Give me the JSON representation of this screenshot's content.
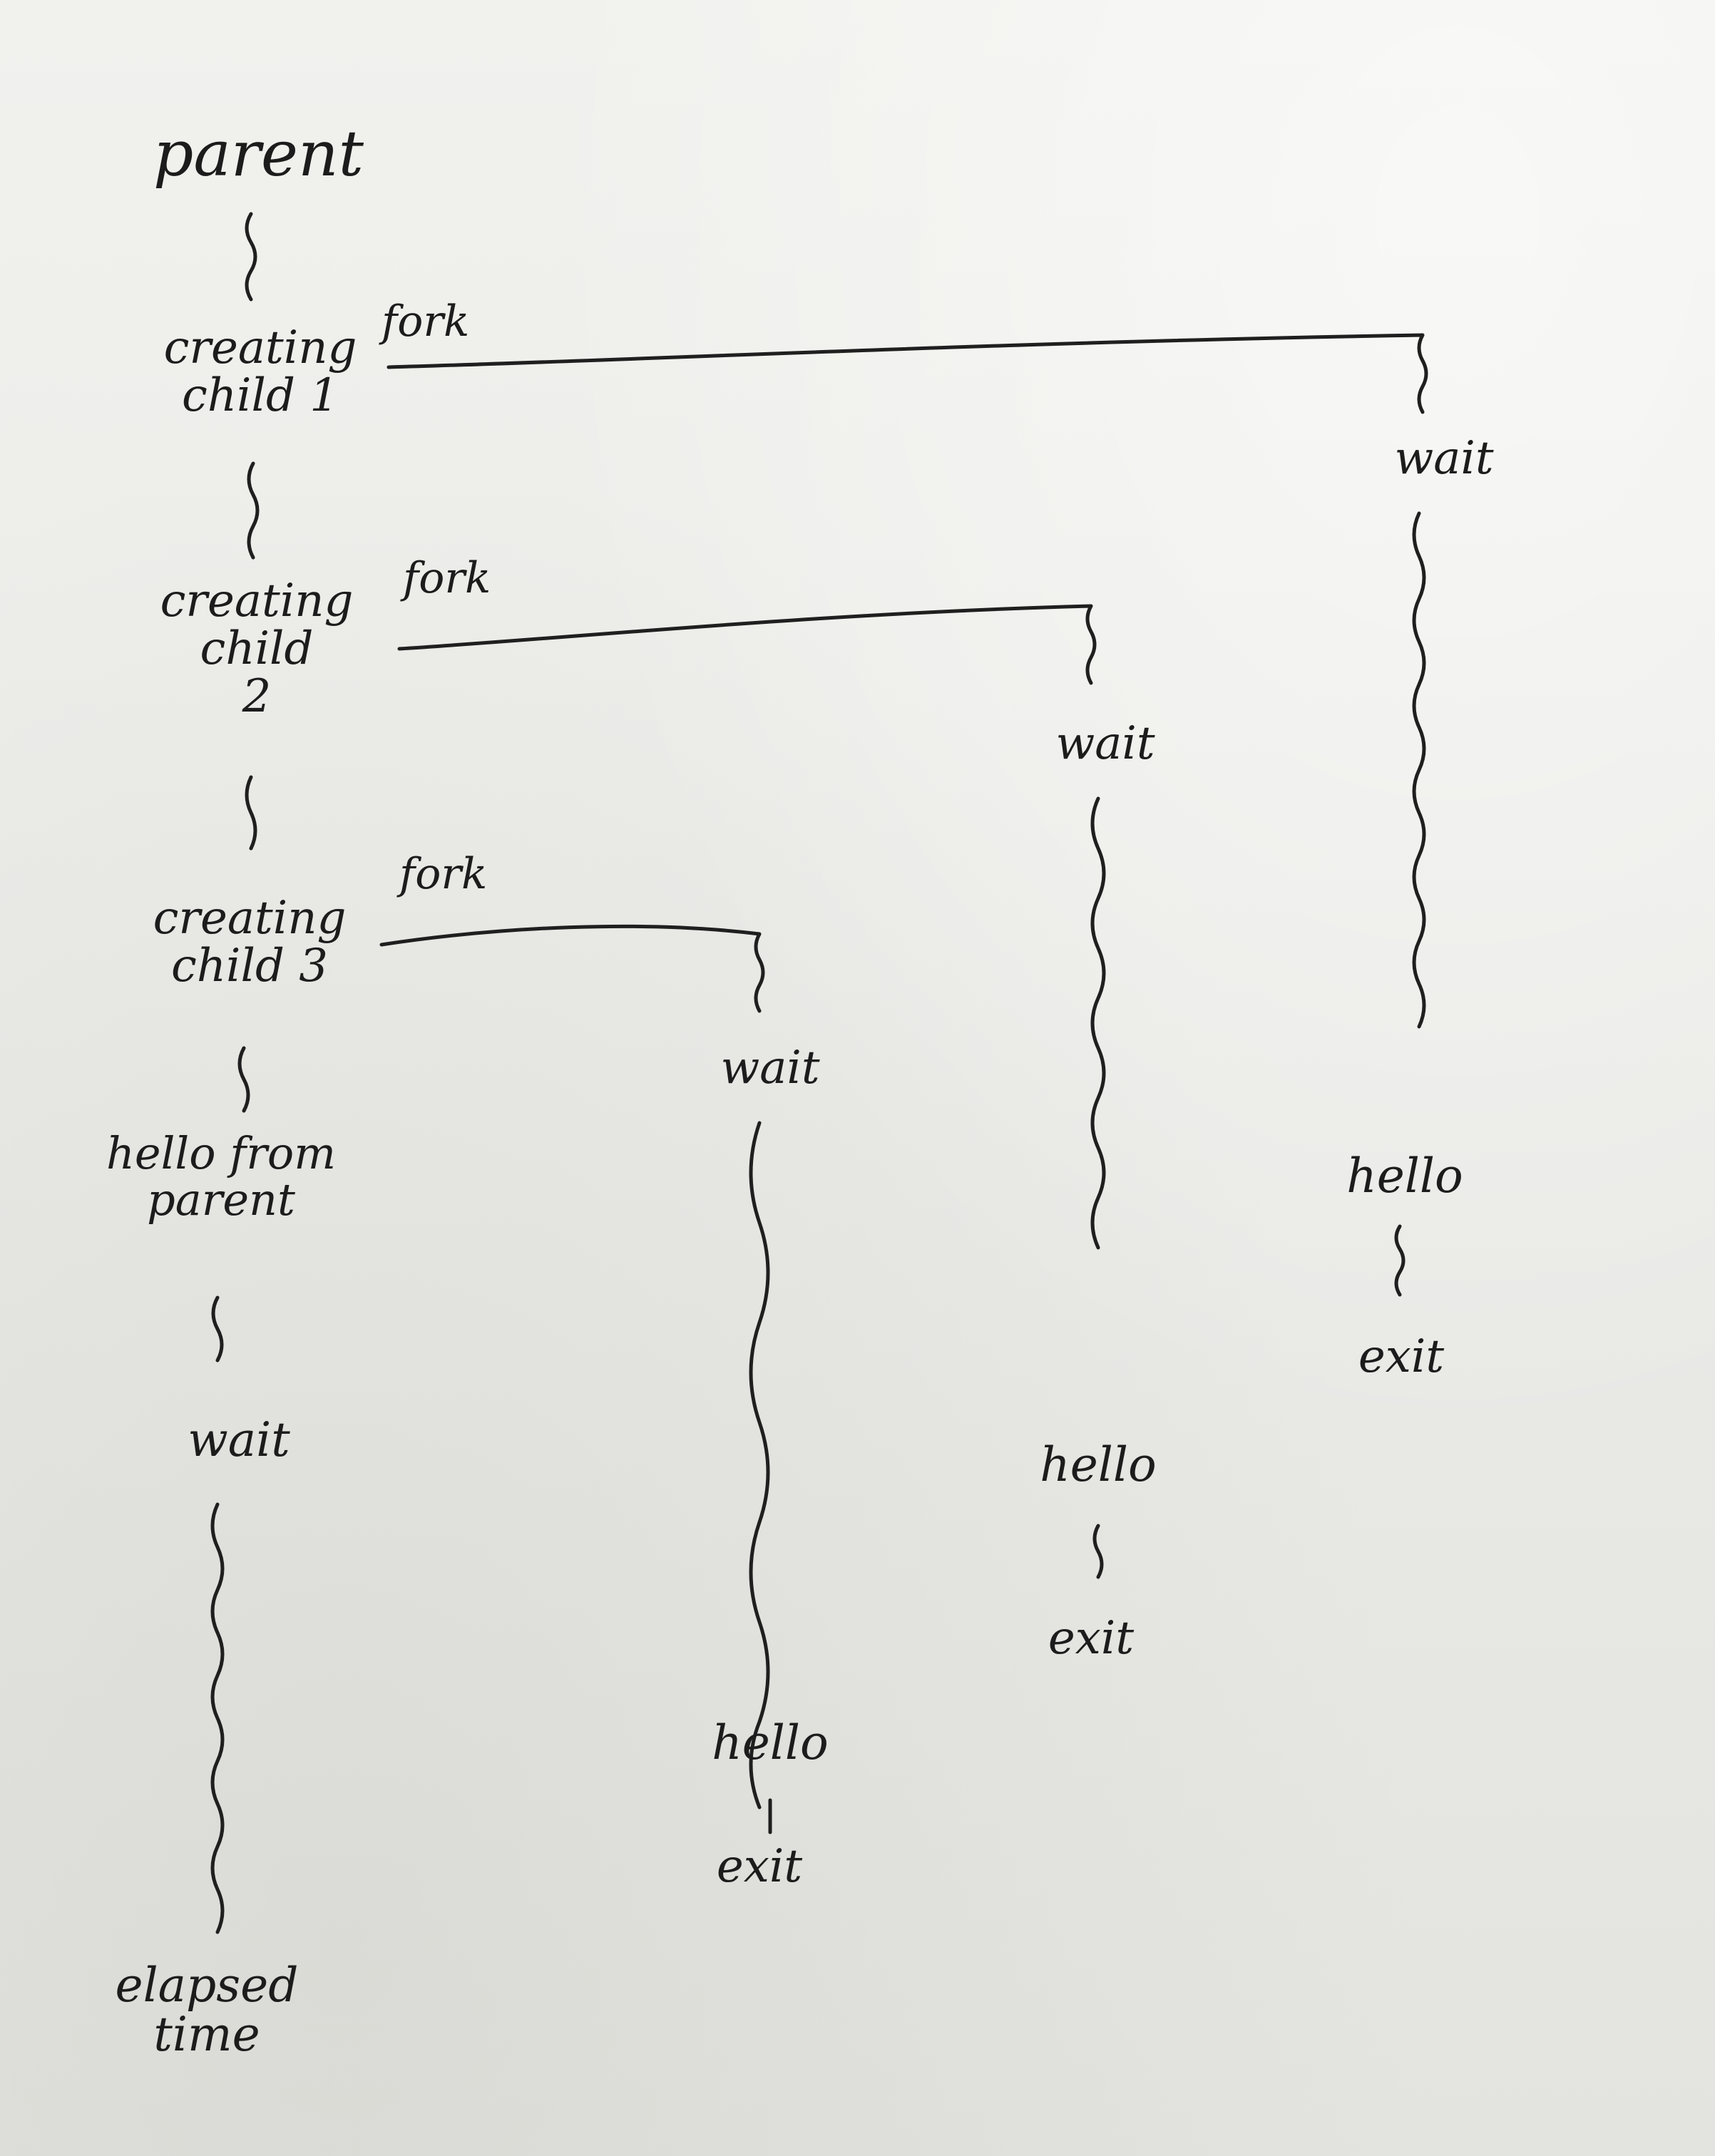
{
  "parent": {
    "title": "parent",
    "steps": [
      {
        "lines": [
          "creating",
          "child 1"
        ]
      },
      {
        "lines": [
          "creating",
          "child",
          "2"
        ]
      },
      {
        "lines": [
          "creating",
          "child 3"
        ]
      },
      {
        "lines": [
          "hello from",
          "parent"
        ]
      },
      {
        "lines": [
          "wait"
        ]
      },
      {
        "lines": [
          "elapsed",
          "time"
        ]
      }
    ]
  },
  "fork_label": "fork",
  "children": [
    {
      "wait": "wait",
      "hello": "hello",
      "exit": "exit"
    },
    {
      "wait": "wait",
      "hello": "hello",
      "exit": "exit"
    },
    {
      "wait": "wait",
      "hello": "hello",
      "exit": "exit"
    }
  ],
  "colors": {
    "paper": "#eeeeeb",
    "ink": "#1f1f1f"
  }
}
